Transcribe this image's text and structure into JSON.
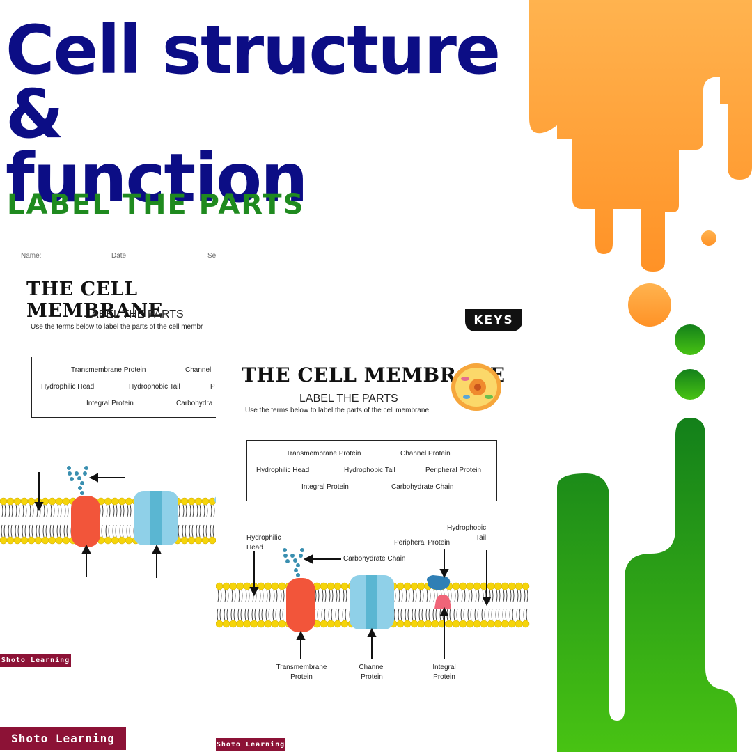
{
  "hero": {
    "title": "Cell structure &\nfunction",
    "subtitle": "LABEL THE PARTS"
  },
  "back_sheet": {
    "header": {
      "name": "Name:",
      "date": "Date:",
      "section": "Section/Period:"
    },
    "title": "THE CELL MEMBRANE",
    "subtitle": "LABEL THE PARTS",
    "instructions": "Use the terms below to label the parts of the cell membr",
    "terms": [
      "Transmembrane Protein",
      "Channel",
      "Hydrophilic Head",
      "Hydrophobic Tail",
      "P",
      "Integral Protein",
      "Carbohydra"
    ]
  },
  "keys_badge": "KEYS",
  "front_sheet": {
    "title": "THE CELL MEMBRANE",
    "subtitle": "LABEL THE PARTS",
    "instructions": "Use the terms below to label the parts of the cell membrane.",
    "terms": [
      "Transmembrane Protein",
      "Channel Protein",
      "Hydrophilic Head",
      "Hydrophobic Tail",
      "Peripheral Protein",
      "Integral Protein",
      "Carbohydrate Chain"
    ],
    "labels": {
      "hydrophilic_head": "Hydrophilic\nHead",
      "carbohydrate_chain": "Carbohydrate Chain",
      "peripheral_protein": "Peripheral Protein",
      "hydrophobic_tail": "Hydrophobic\nTail",
      "transmembrane_protein": "Transmembrane\nProtein",
      "channel_protein": "Channel\nProtein",
      "integral_protein": "Integral\nProtein"
    }
  },
  "brand": {
    "back_sheet": "Shoto Learning",
    "front_sheet": "Shoto Learning",
    "page": "Shoto Learning"
  },
  "colors": {
    "title_blue": "#0c0d85",
    "subtitle_green": "#1f8a1f",
    "drip_orange": "#ff9a2e",
    "drip_green": "#2aa816",
    "brand_maroon": "#8c1236",
    "phospholipid_head": "#f5d40a",
    "transmembrane_protein": "#f2553a",
    "channel_protein": "#8fd0e8"
  }
}
